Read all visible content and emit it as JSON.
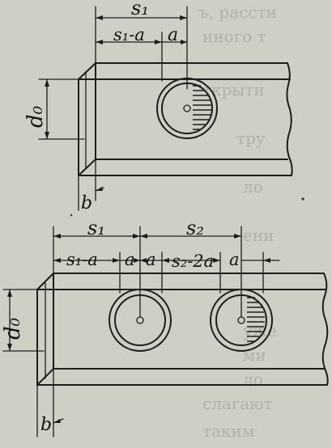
{
  "background_color": "#cfcfc6",
  "ink_color": "#1d1d1d",
  "figure_top": {
    "labels": {
      "s1": "s₁",
      "s1_minus_a": "s₁-a",
      "a": "a",
      "d0": "d₀",
      "b": "b"
    }
  },
  "figure_bottom": {
    "labels": {
      "s1": "s₁",
      "s2": "s₂",
      "s1_minus_a": "s₁-a",
      "a_left": "a",
      "a_mid": "a",
      "s2_minus_2a": "s₂-2a",
      "a_right": "a",
      "d0": "d₀",
      "b": "b"
    }
  }
}
